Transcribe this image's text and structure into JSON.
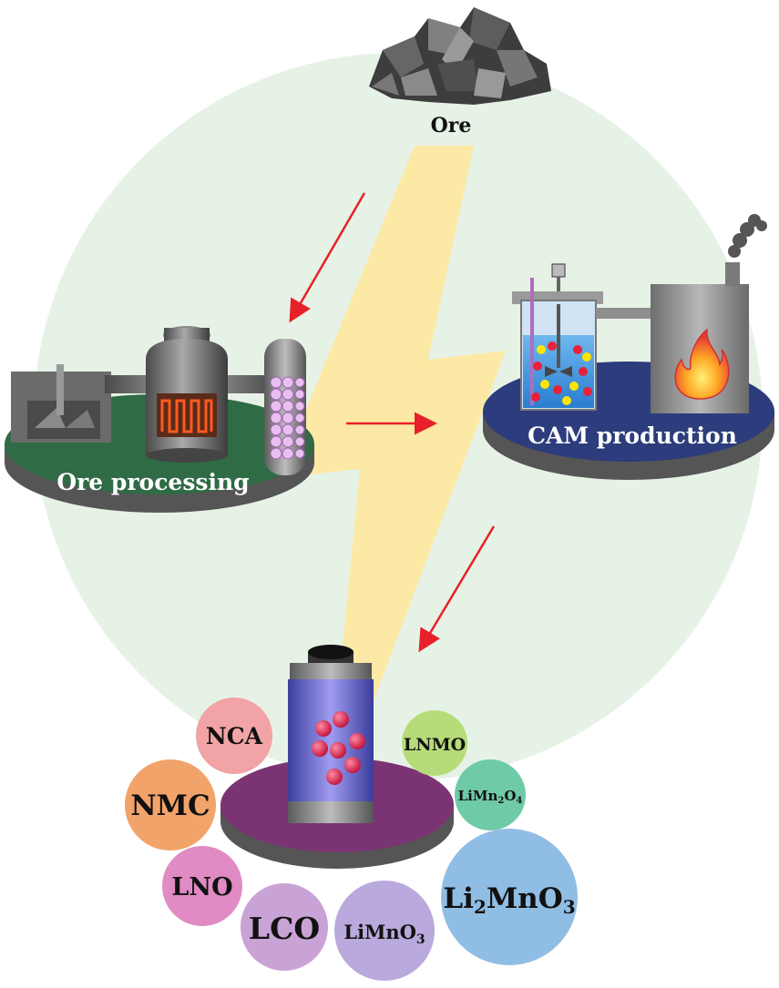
{
  "labels": {
    "ore": "Ore",
    "ore_processing": "Ore processing",
    "cam_production": "CAM production"
  },
  "materials": {
    "nca": "NCA",
    "nmc": "NMC",
    "lno": "LNO",
    "lco": "LCO",
    "limno3": {
      "main": "LiMnO",
      "sub": "3"
    },
    "li2mno3": {
      "a": "Li",
      "b": "2",
      "c": "MnO",
      "d": "3"
    },
    "limn2o4": {
      "a": "LiMn",
      "b": "2",
      "c": "O",
      "d": "4"
    },
    "lnmo": "LNMO"
  },
  "colors": {
    "background_circle": "#e6f2e6",
    "bolt": "#fde9a6",
    "arrow": "#e8202a",
    "ore_platform": "#2f6b45",
    "cam_platform": "#2c3c7c",
    "battery_platform": "#7b3473",
    "nca": "#f1a3a6",
    "nmc": "#f2a36a",
    "lno": "#e08bc4",
    "lco": "#c9a3d6",
    "limno3": "#b9a9dc",
    "li2mno3": "#90bde4",
    "limn2o4": "#6fcaa8",
    "lnmo": "#b6dc7a"
  }
}
